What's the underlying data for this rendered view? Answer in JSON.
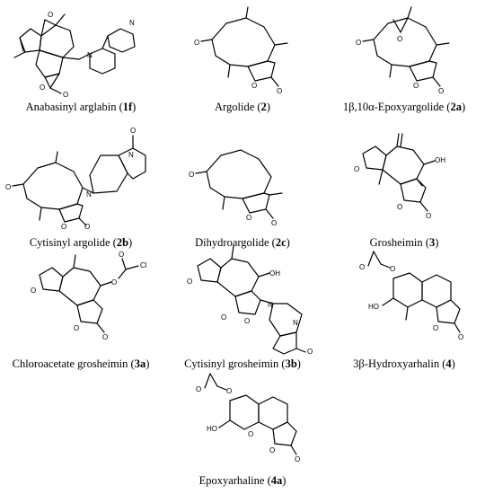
{
  "compounds": [
    {
      "name": "Anabasinyl arglabin (",
      "code": "1f",
      "suffix": ")",
      "atoms": [
        "O",
        "O",
        "O",
        "N",
        "N"
      ]
    },
    {
      "name": "Argolide (",
      "code": "2",
      "suffix": ")",
      "atoms": [
        "O",
        "O",
        "O"
      ]
    },
    {
      "name": "1β,10α-Epoxyargolide (",
      "code": "2a",
      "suffix": ")",
      "atoms": [
        "O",
        "O",
        "O",
        "O"
      ]
    },
    {
      "name": "Cytisinyl argolide (",
      "code": "2b",
      "suffix": ")",
      "atoms": [
        "O",
        "O",
        "O",
        "O",
        "N",
        "N"
      ]
    },
    {
      "name": "Dihydroargolide (",
      "code": "2c",
      "suffix": ")",
      "atoms": [
        "O",
        "O",
        "O"
      ]
    },
    {
      "name": "Grosheimin (",
      "code": "3",
      "suffix": ")",
      "atoms": [
        "O",
        "OH",
        "O",
        "O"
      ]
    },
    {
      "name": "Chloroacetate grosheimin (",
      "code": "3a",
      "suffix": ")",
      "atoms": [
        "O",
        "O",
        "Cl",
        "O",
        "O",
        "O"
      ]
    },
    {
      "name": "Cytisinyl grosheimin (",
      "code": "3b",
      "suffix": ")",
      "atoms": [
        "O",
        "OH",
        "O",
        "O",
        "N",
        "N",
        "O"
      ]
    },
    {
      "name": "3β-Hydroxyarhalin (",
      "code": "4",
      "suffix": ")",
      "atoms": [
        "O",
        "O",
        "HO",
        "O",
        "O"
      ]
    },
    {
      "name": "Epoxyarhaline (",
      "code": "4a",
      "suffix": ")",
      "atoms": [
        "O",
        "O",
        "HO",
        "O",
        "O",
        "O"
      ]
    }
  ]
}
